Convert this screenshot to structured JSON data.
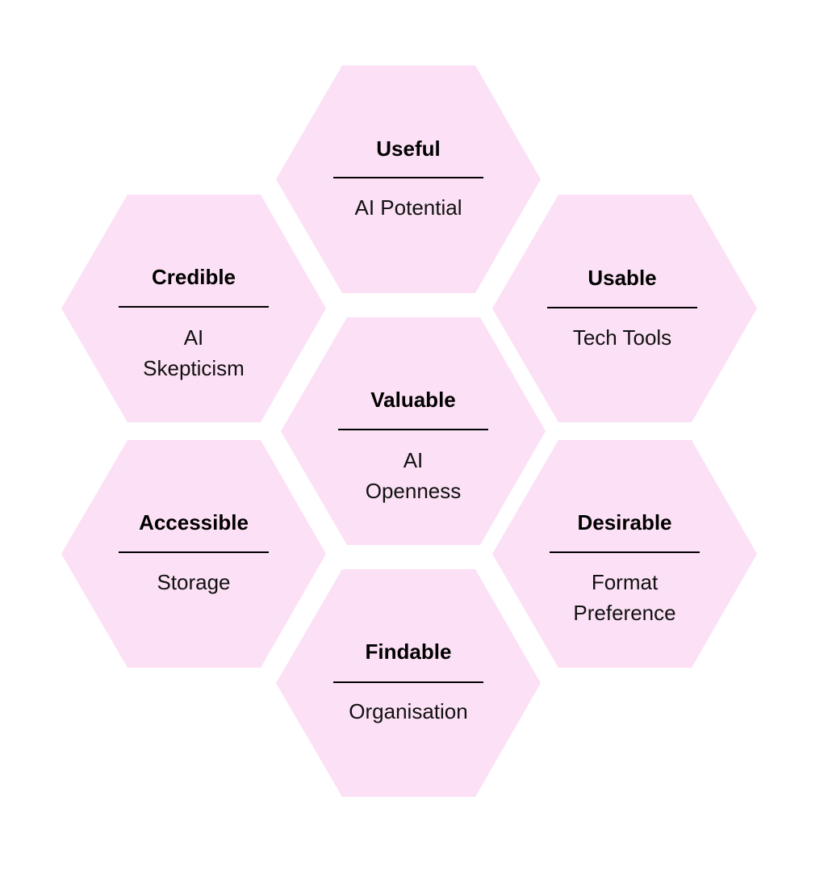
{
  "colors": {
    "hex_fill": "#fce0f5",
    "text": "#000000",
    "divider": "#000000",
    "background": "#ffffff"
  },
  "cells": [
    {
      "id": "useful",
      "title": "Useful",
      "label_lines": [
        "AI Potential"
      ]
    },
    {
      "id": "credible",
      "title": "Credible",
      "label_lines": [
        "AI",
        "Skepticism"
      ]
    },
    {
      "id": "usable",
      "title": "Usable",
      "label_lines": [
        "Tech Tools"
      ]
    },
    {
      "id": "valuable",
      "title": "Valuable",
      "label_lines": [
        "AI",
        "Openness"
      ]
    },
    {
      "id": "accessible",
      "title": "Accessible",
      "label_lines": [
        "Storage"
      ]
    },
    {
      "id": "desirable",
      "title": "Desirable",
      "label_lines": [
        "Format",
        "Preference"
      ]
    },
    {
      "id": "findable",
      "title": "Findable",
      "label_lines": [
        "Organisation"
      ]
    }
  ]
}
